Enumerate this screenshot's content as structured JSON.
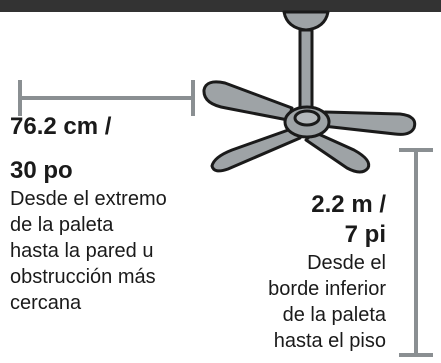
{
  "colors": {
    "ceiling": "#333333",
    "fan_body": "#9ea3a6",
    "fan_outline": "#1a1a1a",
    "dimension_lines": "#8a8f92",
    "text": "#1a1a1a"
  },
  "icons": {
    "fan": "ceiling-fan-icon"
  },
  "wall_clearance": {
    "measure_line1": "76.2 cm /",
    "measure_line2": "30 po",
    "description": [
      "Desde el extremo",
      "de la paleta",
      "hasta la pared u",
      "obstrucción más",
      "cercana"
    ]
  },
  "floor_clearance": {
    "measure_line1": "2.2 m /",
    "measure_line2": "7 pi",
    "description": [
      "Desde el",
      "borde inferior",
      "de la paleta",
      "hasta el piso"
    ]
  }
}
